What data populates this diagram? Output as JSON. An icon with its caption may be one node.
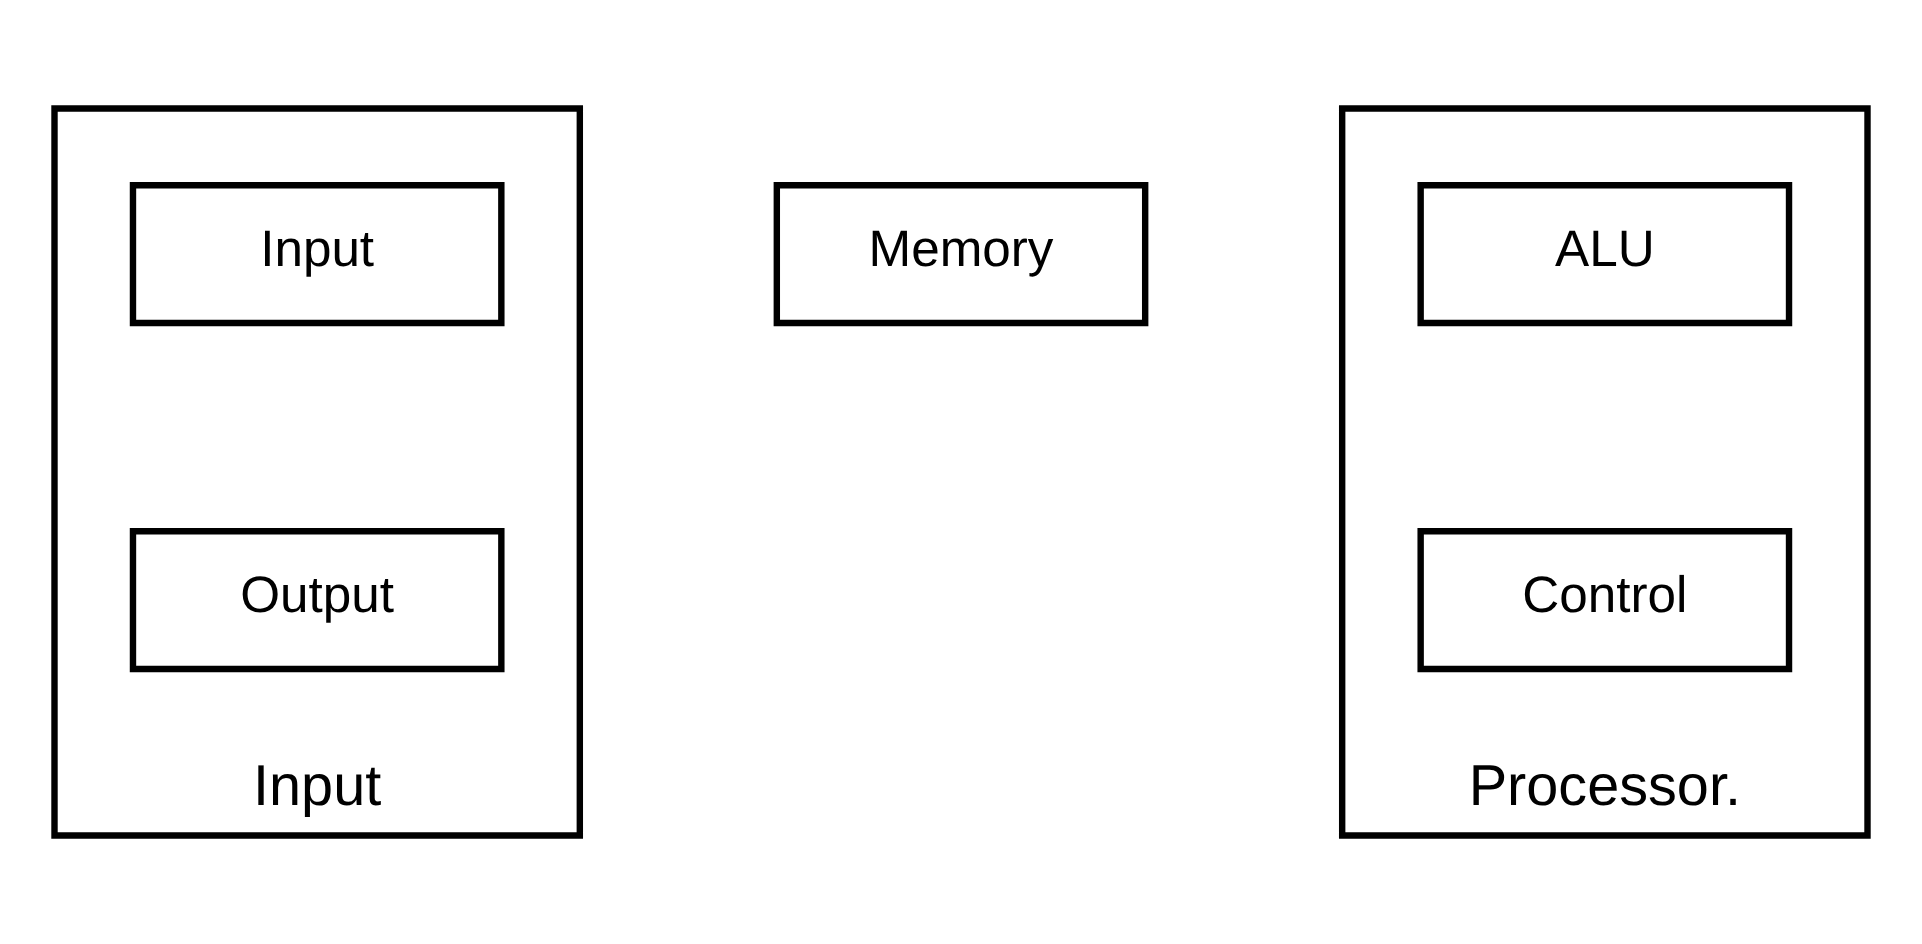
{
  "diagram": {
    "nodes": [
      {
        "text": [
          "Input"
        ]
      },
      {
        "text": [
          "Input"
        ],
        "in": 0
      },
      {
        "text": [
          "Output"
        ],
        "in": 0
      },
      {
        "text": [
          "Memory"
        ]
      },
      {
        "text": [
          "Processor."
        ]
      },
      {
        "text": [
          "ALU"
        ],
        "in": 4
      },
      {
        "text": [
          "Control"
        ],
        "in": 4
      }
    ]
  }
}
